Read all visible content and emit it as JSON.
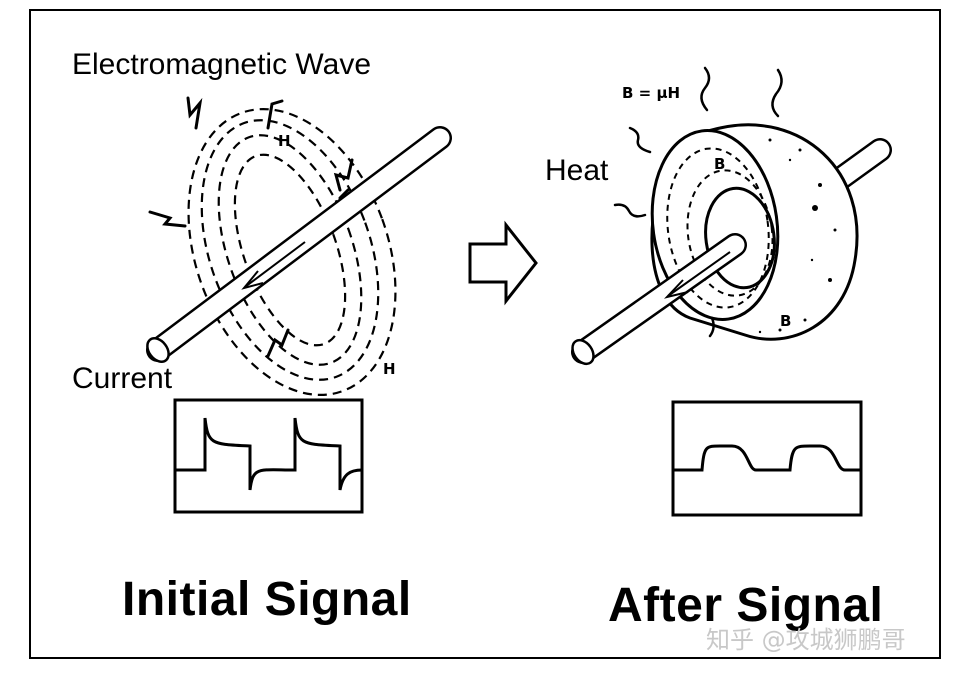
{
  "left_panel": {
    "wave_label": "Electromagnetic Wave",
    "current_label": "Current",
    "h_label_top": "H",
    "h_label_bottom": "H",
    "caption": "Initial Signal"
  },
  "right_panel": {
    "formula_label": "B = μH",
    "heat_label": "Heat",
    "b_label_inner": "B",
    "b_label_outer": "B",
    "caption": "After Signal"
  },
  "watermark": "知乎 @攻城狮鹏哥",
  "colors": {
    "line": "#000000",
    "background": "#ffffff",
    "watermark": "#c8c8c8"
  },
  "icons": {
    "transition_arrow": "right-arrow-outline-icon"
  }
}
